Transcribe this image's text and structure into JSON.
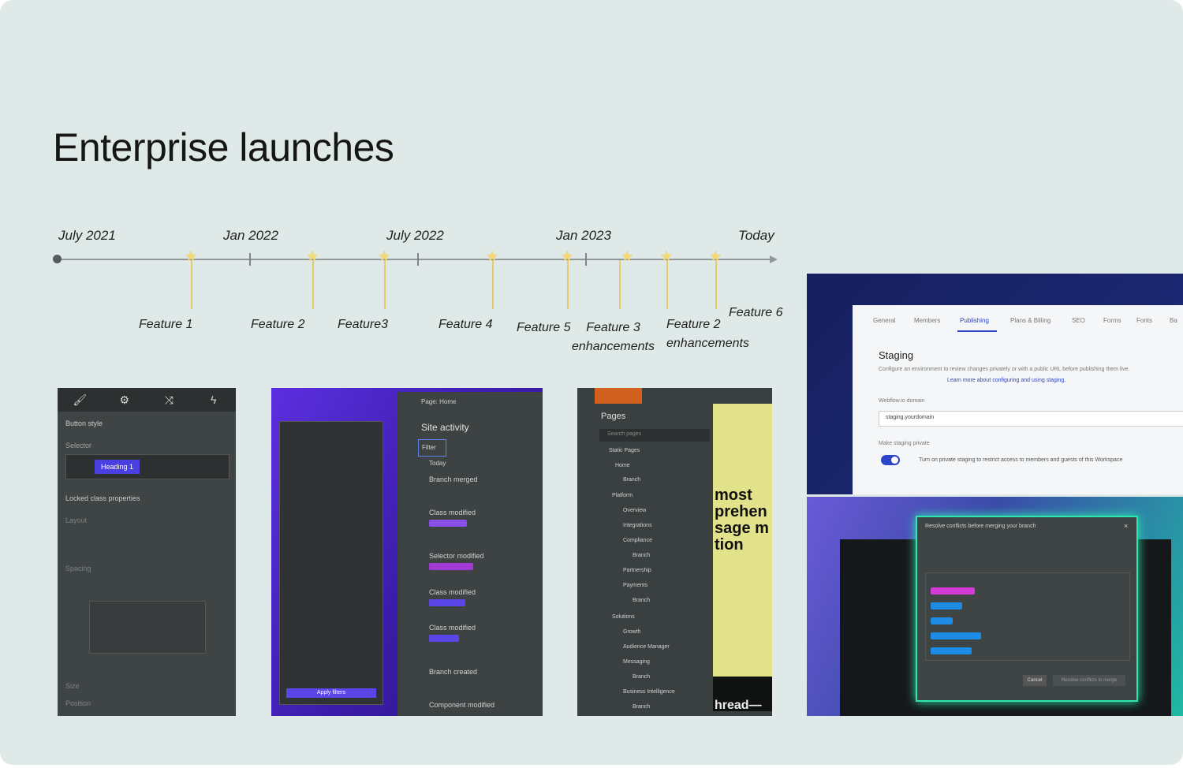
{
  "title": "Enterprise launches",
  "timeline": {
    "dates": [
      "July 2021",
      "Jan 2022",
      "July 2022",
      "Jan 2023",
      "Today"
    ],
    "features": [
      {
        "label": "Feature 1"
      },
      {
        "label": "Feature 2"
      },
      {
        "label": "Feature3"
      },
      {
        "label": "Feature 4"
      },
      {
        "label": "Feature 5"
      },
      {
        "label": "Feature 3 enhancements"
      },
      {
        "label": "Feature 2 enhancements"
      },
      {
        "label": "Feature 6"
      }
    ]
  },
  "colors": {
    "background": "#dfe9e8",
    "axis": "#8f9896",
    "milestone": "#e7cb6b",
    "accent": "#5b45e6"
  },
  "screenshots": {
    "style_panel": {
      "heading": "Button style",
      "selector_label": "Selector",
      "selector_value": "Heading 1",
      "locked": "Locked class properties",
      "sections": [
        "Layout",
        "Spacing",
        "Size",
        "Position"
      ]
    },
    "site_activity": {
      "page_label": "Page: Home",
      "title": "Site activity",
      "filter": "Filter",
      "today": "Today",
      "entries": [
        "Branch merged",
        "Class modified",
        "Selector modified",
        "Class modified",
        "Class modified",
        "Branch created",
        "Component modified"
      ],
      "apply_button": "Apply filters"
    },
    "pages_panel": {
      "title": "Pages",
      "search_placeholder": "Search pages",
      "items": [
        "Static Pages",
        "Home",
        "Branch",
        "Platform",
        "Overview",
        "Integrations",
        "Compliance",
        "Branch",
        "Partnership",
        "Payments",
        "Branch",
        "Solutions",
        "Growth",
        "Audience Manager",
        "Messaging",
        "Branch",
        "Business Intelligence",
        "Branch"
      ],
      "canvas_text": [
        "most",
        "prehen",
        "sage m",
        "tion"
      ],
      "canvas_footer": "hread—"
    },
    "staging": {
      "tabs": [
        "General",
        "Members",
        "Publishing",
        "Plans & Billing",
        "SEO",
        "Forms",
        "Fonts",
        "Ba"
      ],
      "heading": "Staging",
      "description": "Configure an environment to review changes privately or with a public URL before publishing them live.",
      "link": "Learn more about configuring and using staging.",
      "domain_label": "Webflow.io domain",
      "domain_value": "staging.yourdomain",
      "toggle_label": "Make staging private",
      "toggle_text": "Turn on private staging to restrict access to members and guests of this Workspace"
    },
    "conflicts": {
      "title": "Resolve conflicts before merging your branch",
      "cancel": "Cancel",
      "confirm": "Resolve conflicts to merge"
    }
  }
}
